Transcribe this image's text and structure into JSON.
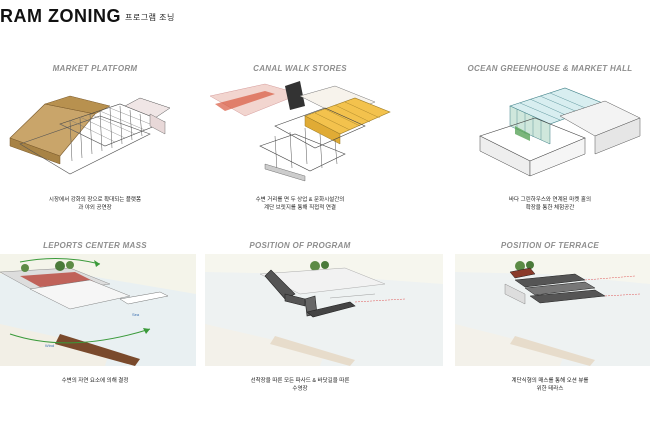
{
  "page": {
    "title": "RAM ZONING",
    "subtitle": "프로그램 조닝"
  },
  "panels": [
    {
      "title": "MARKET PLATFORM",
      "caption_line1": "시장에서 강화의 장으로 확대되는 플랫폼",
      "caption_line2": "과 야외 공연장"
    },
    {
      "title": "CANAL WALK STORES",
      "caption_line1": "수변 거리를 면 두 상업 & 문화시설간의",
      "caption_line2": "계단 브릿지를 통해 직접적 연결"
    },
    {
      "title": "OCEAN GREENHOUSE & MARKET HALL",
      "caption_line1": "바다 그린하우스와 연계된 마켓 홀의",
      "caption_line2": "확장을 통한 체험공간"
    },
    {
      "title": "LEPORTS CENTER MASS",
      "caption_line1": "수변의 자연 요소에 의해 결정",
      "caption_line2": "",
      "label_a": "Sea",
      "label_b": "Wind"
    },
    {
      "title": "POSITION OF PROGRAM",
      "caption_line1": "선착장을 따른 모든 파사드 & 바닷길을 따른",
      "caption_line2": "수영장"
    },
    {
      "title": "POSITION OF TERRACE",
      "caption_line1": "계단식형의 매스를 통해 오션 뷰를",
      "caption_line2": "위한 테라스"
    }
  ]
}
